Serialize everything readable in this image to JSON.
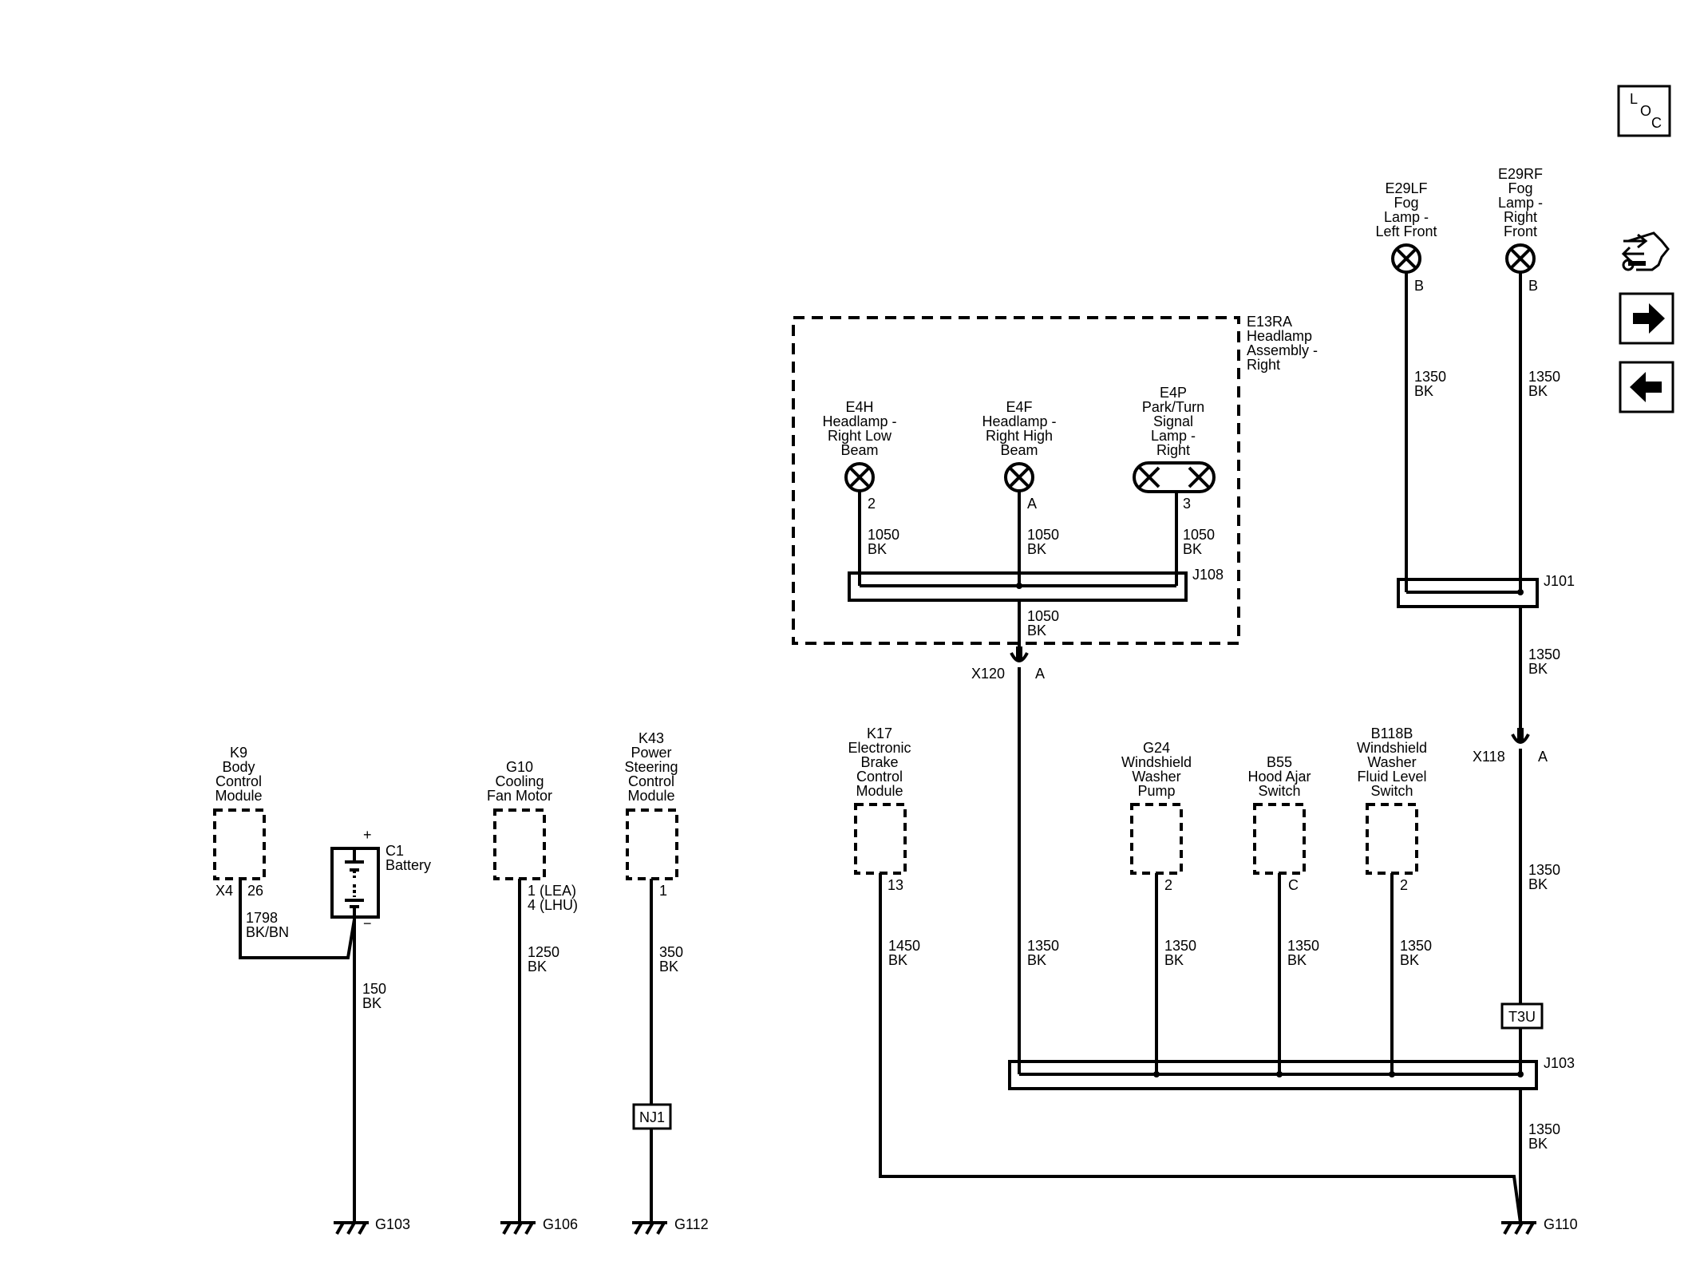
{
  "nav": {
    "loc_letters": [
      "L",
      "O",
      "C"
    ]
  },
  "assembly": {
    "lines": [
      "E13RA",
      "Headlamp",
      "Assembly -",
      "Right"
    ]
  },
  "lamps": {
    "e4h": {
      "lines": [
        "E4H",
        "Headlamp -",
        "Right Low",
        "Beam"
      ],
      "pin": "2",
      "wire": [
        "1050",
        "BK"
      ]
    },
    "e4f": {
      "lines": [
        "E4F",
        "Headlamp -",
        "Right High",
        "Beam"
      ],
      "pin": "A",
      "wire": [
        "1050",
        "BK"
      ]
    },
    "e4p": {
      "lines": [
        "E4P",
        "Park/Turn",
        "Signal",
        "Lamp -",
        "Right"
      ],
      "pin": "3",
      "wire": [
        "1050",
        "BK"
      ]
    },
    "e29lf": {
      "lines": [
        "E29LF",
        "Fog",
        "Lamp -",
        "Left Front"
      ],
      "pin": "B",
      "wire": [
        "1350",
        "BK"
      ]
    },
    "e29rf": {
      "lines": [
        "E29RF",
        "Fog",
        "Lamp -",
        "Right",
        "Front"
      ],
      "pin": "B",
      "wire": [
        "1350",
        "BK"
      ]
    }
  },
  "splices": {
    "j108": "J108",
    "j101": "J101",
    "j103": "J103"
  },
  "connectors": {
    "x120": {
      "name": "X120",
      "pin": "A"
    },
    "x118": {
      "name": "X118",
      "pin": "A"
    },
    "t3u": "T3U",
    "nj1": "NJ1"
  },
  "wires": {
    "j108_down": [
      "1050",
      "BK"
    ],
    "x120_down": [
      "1350",
      "BK"
    ],
    "j101_down": [
      "1350",
      "BK"
    ],
    "x118_down": [
      "1350",
      "BK"
    ],
    "j103_down": [
      "1350",
      "BK"
    ]
  },
  "modules": {
    "k9": {
      "lines": [
        "K9",
        "Body",
        "Control",
        "Module"
      ],
      "conn": "X4",
      "pin": "26",
      "wire": [
        "1798",
        "BK/BN"
      ]
    },
    "c1": {
      "lines": [
        "C1",
        "Battery"
      ],
      "plus": "+",
      "minus": "−",
      "wire": [
        "150",
        "BK"
      ]
    },
    "g10": {
      "lines": [
        "G10",
        "Cooling",
        "Fan Motor"
      ],
      "pin": [
        "1 (LEA)",
        "4 (LHU)"
      ],
      "wire": [
        "1250",
        "BK"
      ]
    },
    "k43": {
      "lines": [
        "K43",
        "Power",
        "Steering",
        "Control",
        "Module"
      ],
      "pin": "1",
      "wire": [
        "350",
        "BK"
      ]
    },
    "k17": {
      "lines": [
        "K17",
        "Electronic",
        "Brake",
        "Control",
        "Module"
      ],
      "pin": "13",
      "wire": [
        "1450",
        "BK"
      ]
    },
    "g24": {
      "lines": [
        "G24",
        "Windshield",
        "Washer",
        "Pump"
      ],
      "pin": "2",
      "wire": [
        "1350",
        "BK"
      ]
    },
    "b55": {
      "lines": [
        "B55",
        "Hood Ajar",
        "Switch"
      ],
      "pin": "C",
      "wire": [
        "1350",
        "BK"
      ]
    },
    "b118b": {
      "lines": [
        "B118B",
        "Windshield",
        "Washer",
        "Fluid Level",
        "Switch"
      ],
      "pin": "2",
      "wire": [
        "1350",
        "BK"
      ]
    }
  },
  "grounds": {
    "g103": "G103",
    "g106": "G106",
    "g112": "G112",
    "g110": "G110"
  }
}
